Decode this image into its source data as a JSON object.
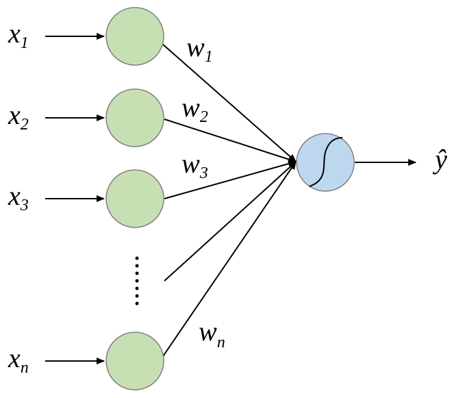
{
  "inputs": [
    {
      "var": "x",
      "sub": "1"
    },
    {
      "var": "x",
      "sub": "2"
    },
    {
      "var": "x",
      "sub": "3"
    },
    {
      "var": "x",
      "sub": "n"
    }
  ],
  "weights": [
    {
      "var": "w",
      "sub": "1"
    },
    {
      "var": "w",
      "sub": "2"
    },
    {
      "var": "w",
      "sub": "3"
    },
    {
      "var": "w",
      "sub": "n"
    }
  ],
  "output": {
    "label": "ŷ"
  },
  "colors": {
    "input_node": "#c6e0b4",
    "output_node": "#bdd7ee",
    "node_stroke": "#7f7f7f"
  },
  "icons": {
    "output_node": "sigmoid-icon"
  }
}
